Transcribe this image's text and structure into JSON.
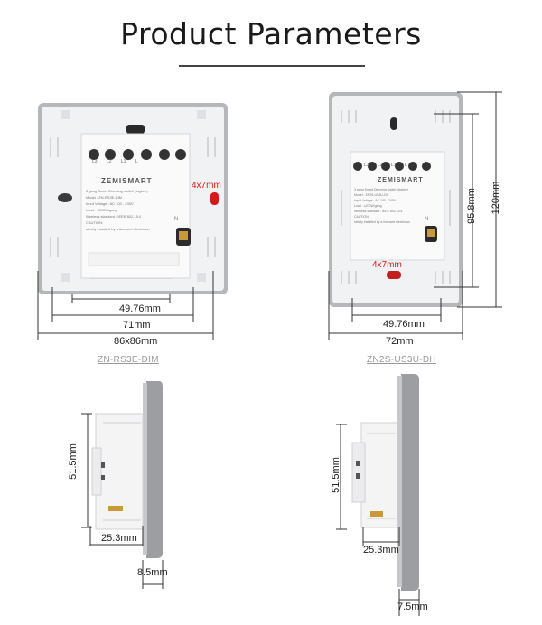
{
  "title": "Product Parameters",
  "left_front": {
    "brand": "ZEMISMART",
    "label_lines": [
      "3 gang Smart Dimming switch (zigbee)",
      "Model : ZN-RS3E-DIM",
      "Input Voltage : AC 100 - 240V",
      "Load : ≤200W/gang",
      "Wireless standard : IEEE 802.15.4",
      "CAUTION:",
      "strictly installed by a licensed electrician"
    ],
    "terminals": [
      "L3",
      "L2",
      "L1",
      "L"
    ],
    "neutral": "N",
    "hole": "4x7mm",
    "dim_inner": "49.76mm",
    "dim_mid": "71mm",
    "dim_outer": "86x86mm"
  },
  "right_front": {
    "brand": "ZEMISMART",
    "label_lines": [
      "3 gang Smart Dimming switch (zigbee)",
      "Model : ZN2S-US3U-DH",
      "Input Voltage : AC 100 - 240V",
      "Load : ≤200W/gang",
      "Wireless standard : IEEE 802.15.4",
      "CAUTION:",
      "strictly installed by a licensed electrician"
    ],
    "terminals": [
      "L3",
      "L2",
      "L1",
      "L"
    ],
    "neutral": "N",
    "hole": "4x7mm",
    "dim_inner": "49.76mm",
    "dim_width": "72mm",
    "dim_height": "120mm",
    "dim_inner_height": "95.8mm"
  },
  "left_model": "ZN-RS3E-DIM",
  "right_model": "ZN2S-US3U-DH",
  "left_side": {
    "height": "51.5mm",
    "depth": "25.3mm",
    "thickness": "8.5mm"
  },
  "right_side": {
    "height": "51.5mm",
    "depth": "25.3mm",
    "thickness": "7.5mm"
  },
  "colors": {
    "plate": "#eef0f3",
    "frame": "#a7a9ad",
    "side_panel": "#9c9ea2",
    "accent_red": "#d21b1b",
    "terminal": "#c89a3a"
  }
}
